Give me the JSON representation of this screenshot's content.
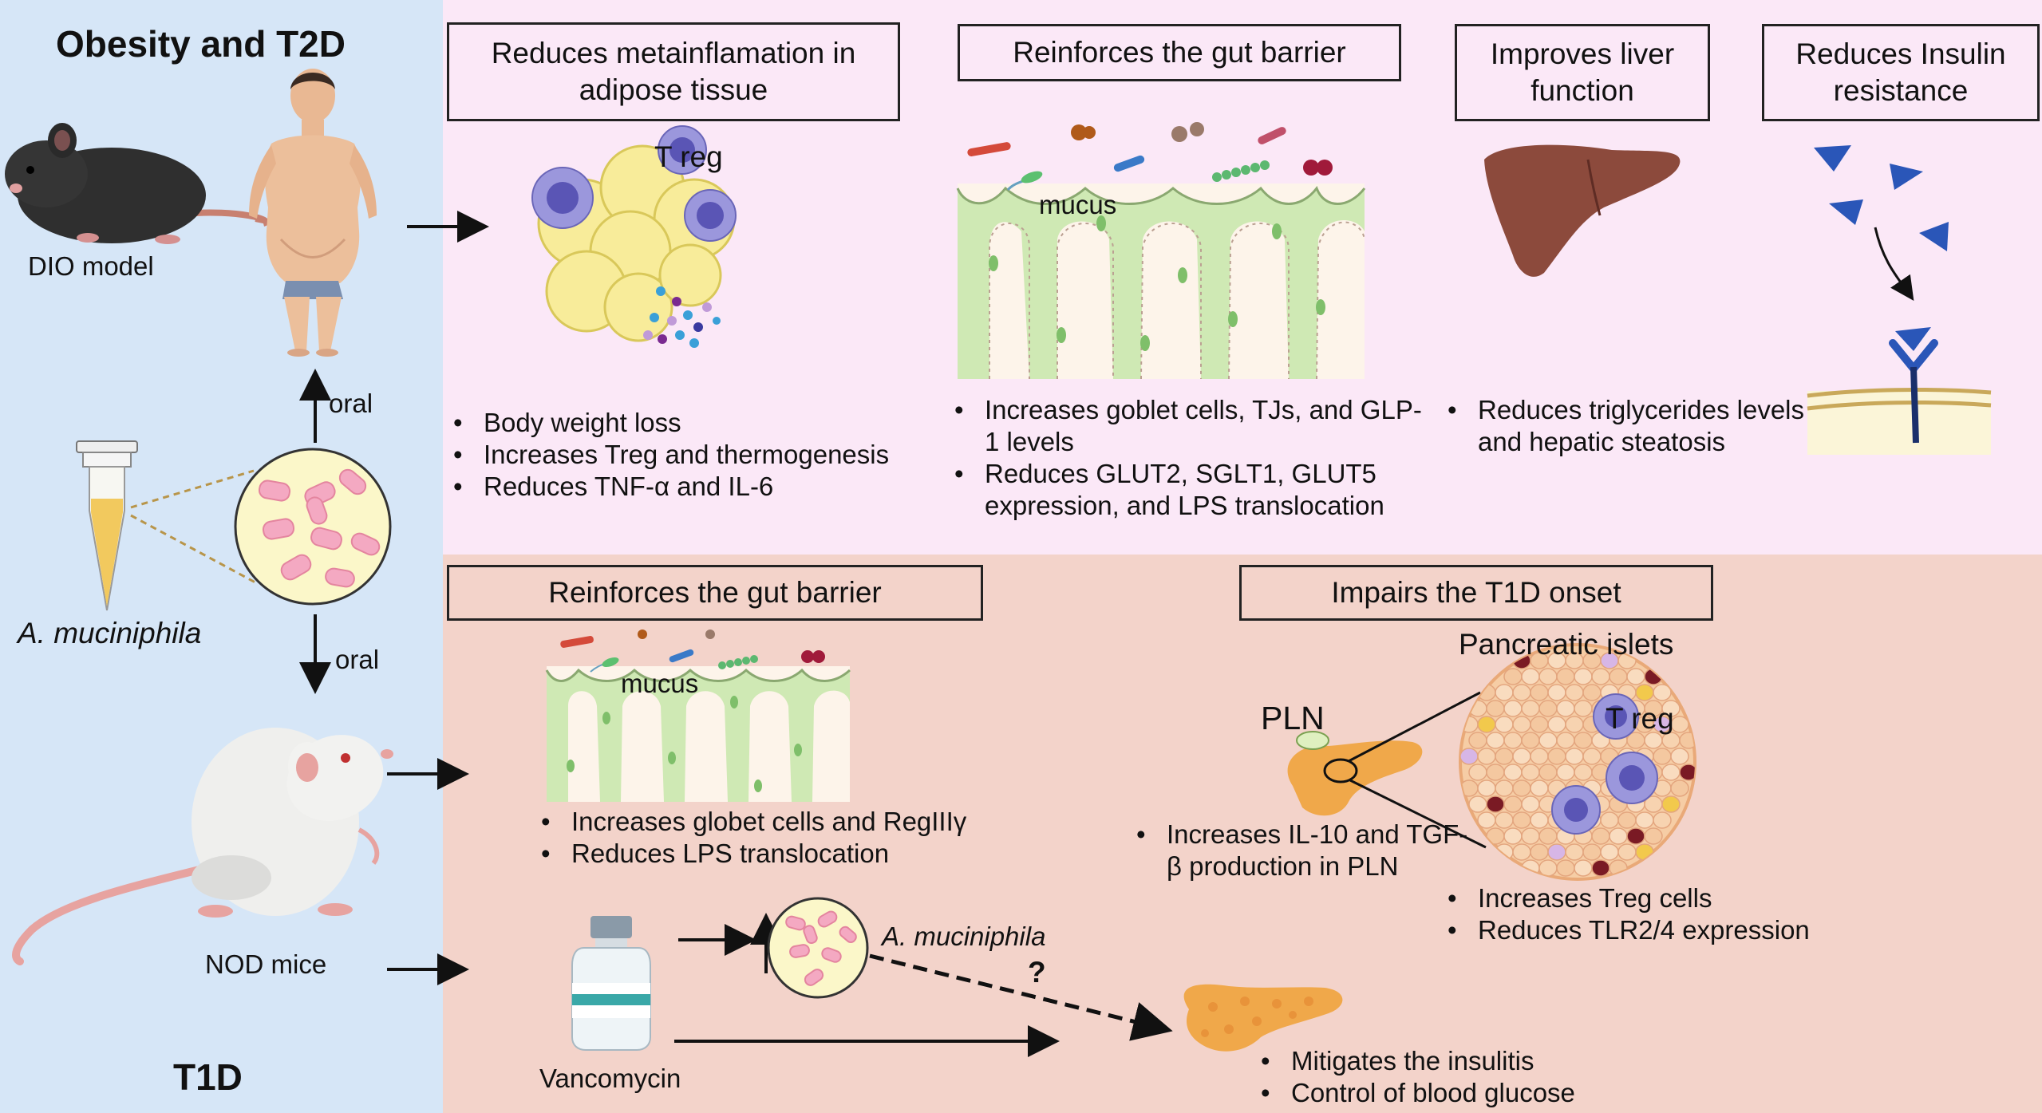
{
  "left": {
    "top_title": "Obesity and T2D",
    "dio_label": "DIO model",
    "oral_up": "oral",
    "oral_down": "oral",
    "bacteria_label": "A. muciniphila",
    "nod_label": "NOD mice",
    "bottom_title": "T1D"
  },
  "top": {
    "box1": "Reduces metainflamation in adipose tissue",
    "box2": "Reinforces the gut barrier",
    "box3": "Improves liver function",
    "box4": "Reduces Insulin resistance",
    "treg_label": "T reg",
    "mucus_label": "mucus",
    "bullets1": [
      "Body weight loss",
      "Increases Treg and thermogenesis",
      "Reduces TNF-α and IL-6"
    ],
    "bullets2": [
      "Increases goblet cells, TJs, and GLP-1 levels",
      "Reduces GLUT2, SGLT1, GLUT5 expression, and LPS translocation"
    ],
    "bullets3": [
      "Reduces triglycerides levels and hepatic steatosis"
    ]
  },
  "bottom": {
    "box1": "Reinforces the gut barrier",
    "box2": "Impairs the T1D onset",
    "mucus_label": "mucus",
    "islets_label": "Pancreatic islets",
    "pln_label": "PLN",
    "treg_label": "T reg",
    "bullets_gut": [
      "Increases globet cells and RegIIIγ",
      "Reduces LPS translocation"
    ],
    "bullets_pln": [
      "Increases IL-10 and TGF-β production in PLN"
    ],
    "bullets_islets": [
      "Increases Treg cells",
      "Reduces TLR2/4 expression"
    ],
    "bacteria_label": "A. muciniphila",
    "question": "?",
    "vanco_label": "Vancomycin",
    "bullets_outcome": [
      "Mitigates the insulitis",
      "Control of blood glucose"
    ]
  },
  "colors": {
    "left_panel": "#d6e6f7",
    "top_panel": "#fbe8f7",
    "bottom_panel": "#f3d3ca",
    "mucosa_green": "#cfe9b4",
    "liver": "#8c4a3c",
    "receptor": "#2a56b8",
    "bacteria_pink": "#f4a9c2"
  },
  "icons": [
    "mouse-icon",
    "human-icon",
    "tube-icon",
    "bacteria-icon",
    "adipocyte-icon",
    "intestine-icon",
    "liver-icon",
    "insulin-receptor-icon",
    "nod-mouse-icon",
    "vial-icon",
    "pancreas-icon",
    "islet-icon"
  ]
}
